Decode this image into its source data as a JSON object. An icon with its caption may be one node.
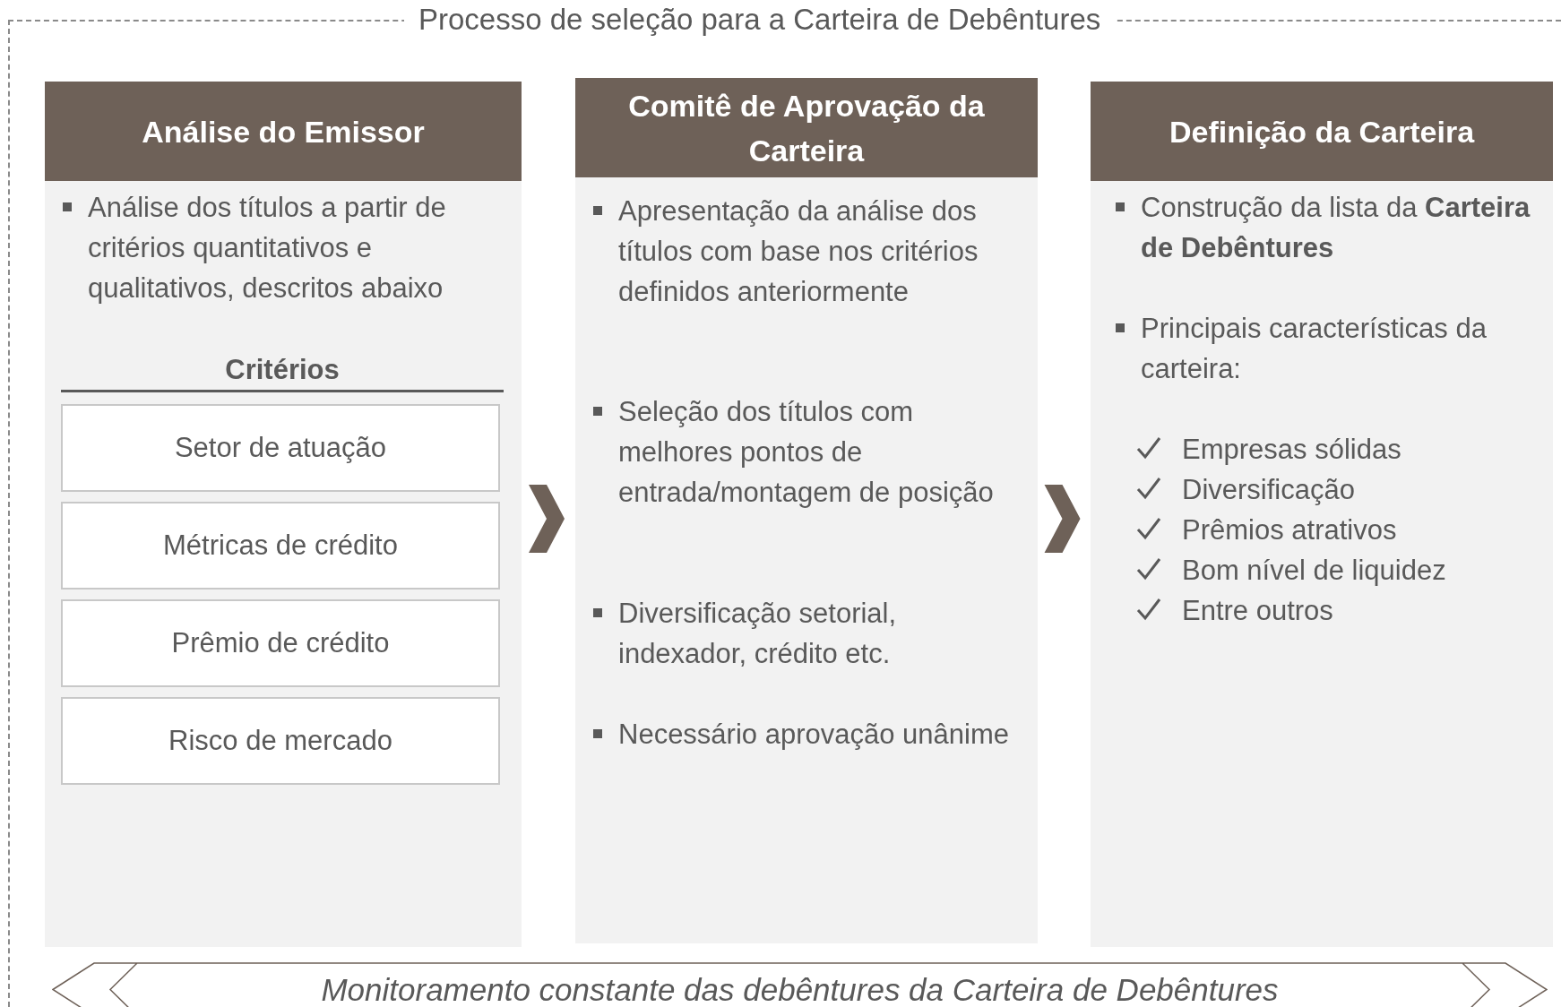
{
  "diagram": {
    "nodes": [
      {
        "text": [
          "Processo de seleção para a Carteira de Debêntures"
        ]
      },
      {
        "text": [
          "Análise do Emissor",
          "Análise dos títulos a partir de critérios quantitativos e qualitativos, descritos abaixo",
          "Critérios"
        ],
        "in": 0
      },
      {
        "text": [
          "Setor de atuação"
        ],
        "in": 1
      },
      {
        "text": [
          "Métricas de crédito"
        ],
        "in": 1
      },
      {
        "text": [
          "Prêmio de crédito"
        ],
        "in": 1
      },
      {
        "text": [
          "Risco de mercado"
        ],
        "in": 1
      },
      {
        "text": [
          "Comitê de Aprovação da Carteira",
          "Apresentação da análise dos títulos com base nos critérios definidos anteriormente",
          "Seleção dos títulos com melhores pontos de entrada/montagem de posição",
          "Diversificação setorial, indexador, crédito etc.",
          "Necessário aprovação unânime"
        ],
        "in": 0
      },
      {
        "text": [
          "Definição da Carteira",
          "Construção da lista da **Carteira de Debêntures**",
          "Principais características da carteira:",
          "Empresas sólidas",
          "Diversificação",
          "Prêmios atrativos",
          "Bom nível de liquidez",
          "Entre outros"
        ],
        "in": 0
      },
      {
        "text": [
          "Monitoramento constante das debêntures da Carteira de Debêntures"
        ],
        "in": 0
      }
    ],
    "edges": [
      {
        "from": 1,
        "to": 6,
        "arrow": "to"
      },
      {
        "from": 6,
        "to": 7,
        "arrow": "to"
      }
    ]
  }
}
